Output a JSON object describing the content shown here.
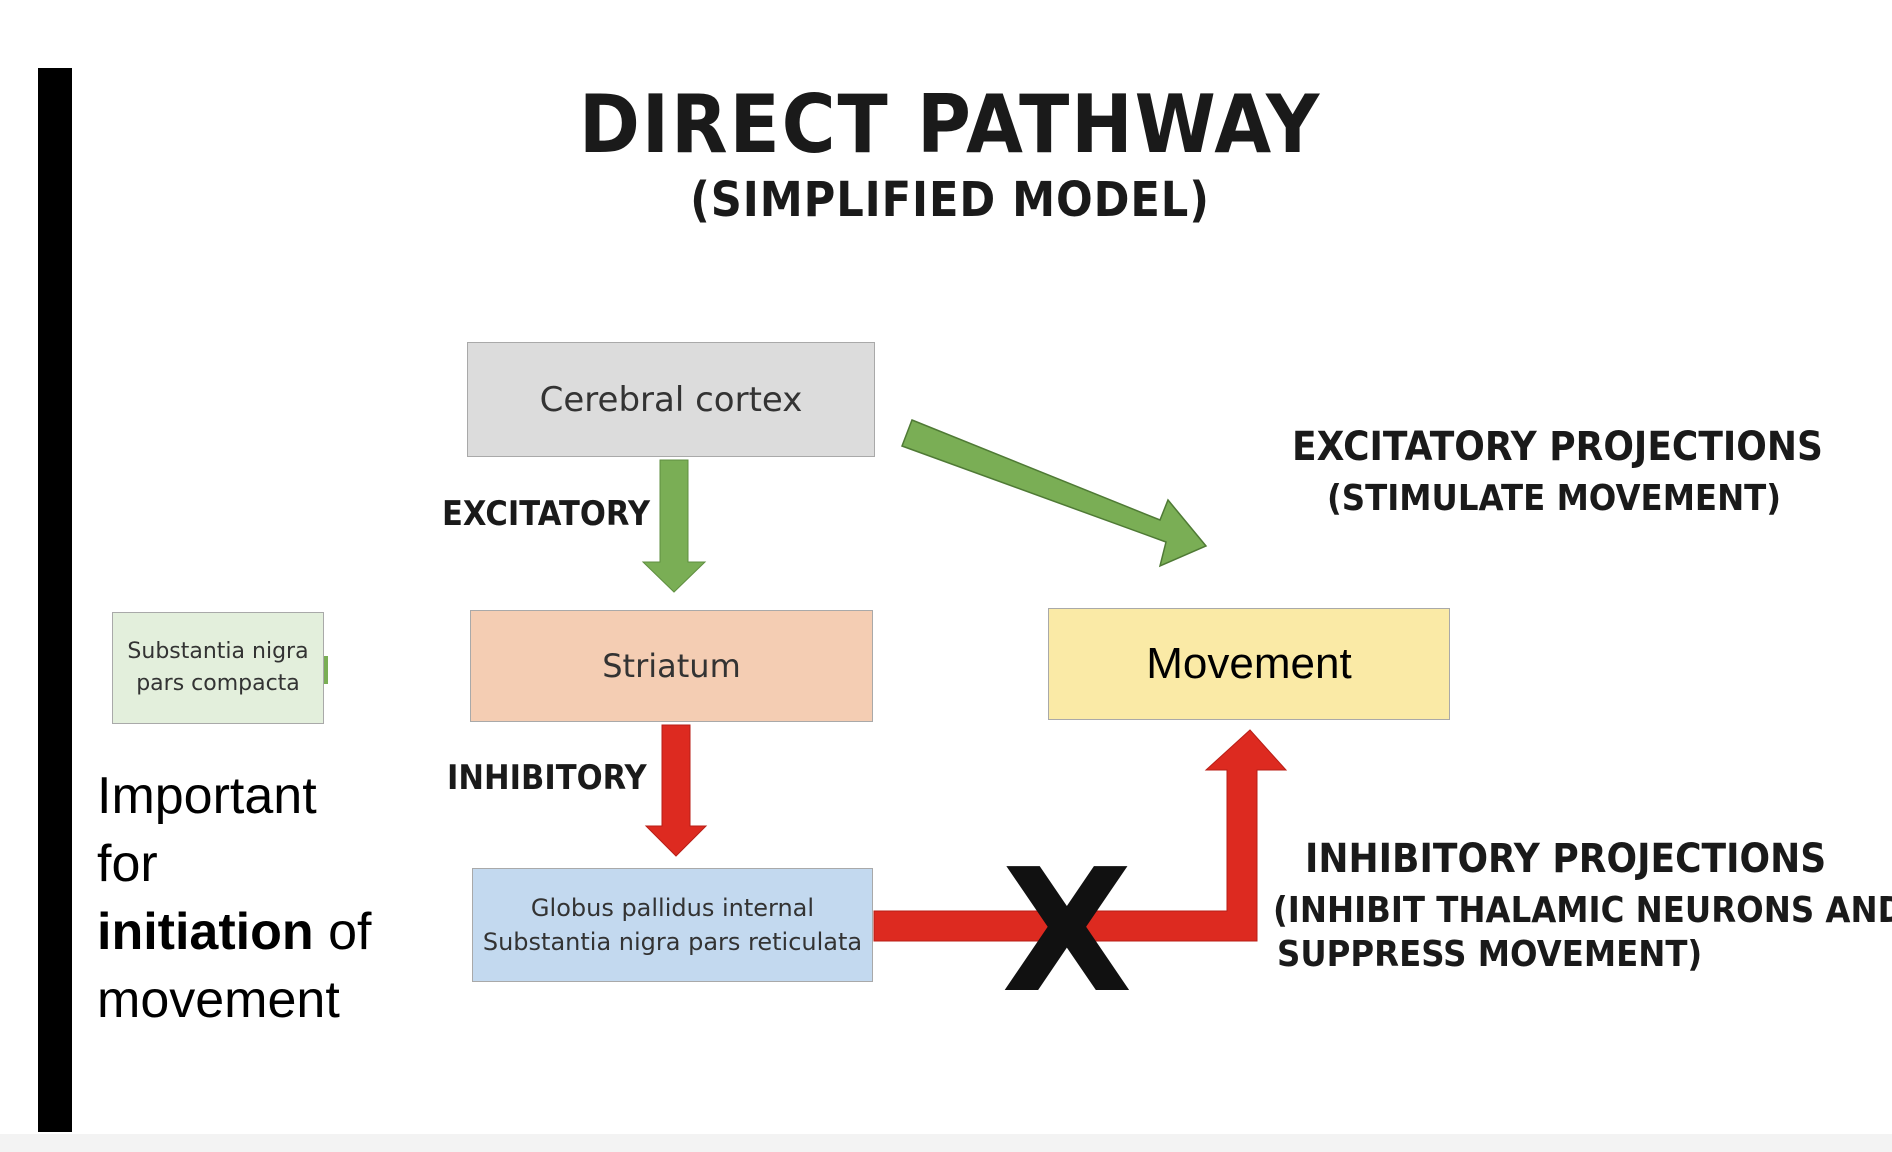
{
  "title": "DIRECT PATHWAY",
  "subtitle": "(SIMPLIFIED MODEL)",
  "boxes": {
    "cortex": "Cerebral cortex",
    "striatum": "Striatum",
    "globus_line1": "Globus pallidus internal",
    "globus_line2": "Substantia nigra pars reticulata",
    "movement": "Movement",
    "snc_line1": "Substantia nigra",
    "snc_line2": "pars compacta"
  },
  "labels": {
    "excitatory": "EXCITATORY",
    "inhibitory": "INHIBITORY",
    "blocked_mark": "X"
  },
  "legend": {
    "excitatory_title": "EXCITATORY PROJECTIONS",
    "excitatory_desc": "(STIMULATE MOVEMENT)",
    "inhibitory_title": "INHIBITORY PROJECTIONS",
    "inhibitory_desc_line1": "(INHIBIT THALAMIC NEURONS AND",
    "inhibitory_desc_line2": "SUPPRESS MOVEMENT)"
  },
  "note": {
    "line1": "Important",
    "line2": "for",
    "line3_bold": "initiation",
    "line3_rest": " of",
    "line4": "movement"
  },
  "colors": {
    "excitatory_arrow": "#7aae55",
    "inhibitory_arrow": "#dd2a20",
    "cortex_box": "#dcdcdc",
    "striatum_box": "#f4cdb3",
    "globus_box": "#c3d9ef",
    "movement_box": "#faeaa6",
    "snc_box": "#e3efdc"
  }
}
